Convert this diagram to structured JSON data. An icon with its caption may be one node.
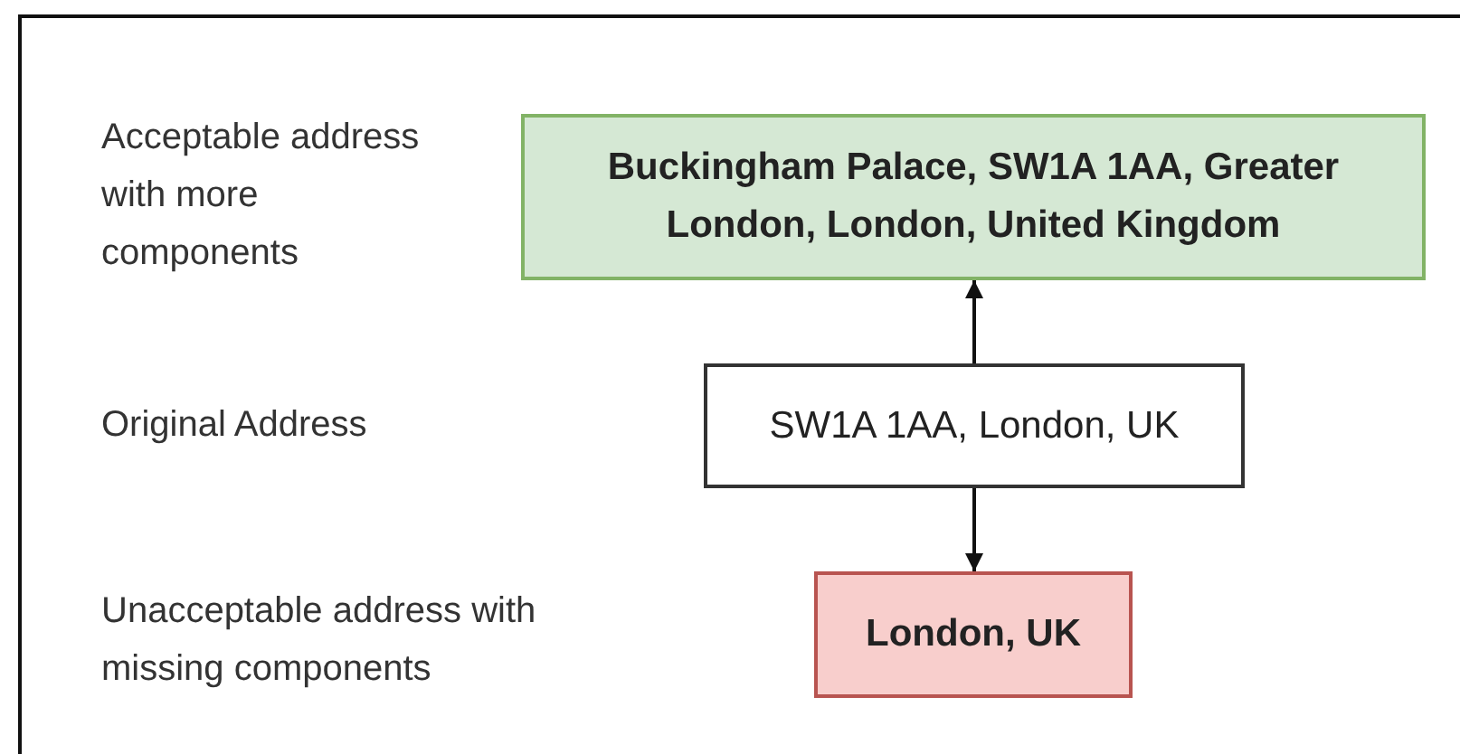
{
  "diagram": {
    "nodes": [
      {
        "text": [
          "Buckingham Palace, SW1A 1AA, Greater London, London, United Kingdom"
        ]
      },
      {
        "text": [
          "SW1A 1AA, London, UK"
        ]
      },
      {
        "text": [
          "London, UK"
        ]
      }
    ],
    "edges": [
      {
        "from": 1,
        "to": 0,
        "arrow": "to"
      },
      {
        "from": 1,
        "to": 2,
        "arrow": "to"
      }
    ],
    "labels": [
      "Acceptable address with more components",
      "Original Address",
      "Unacceptable address with missing components"
    ]
  }
}
